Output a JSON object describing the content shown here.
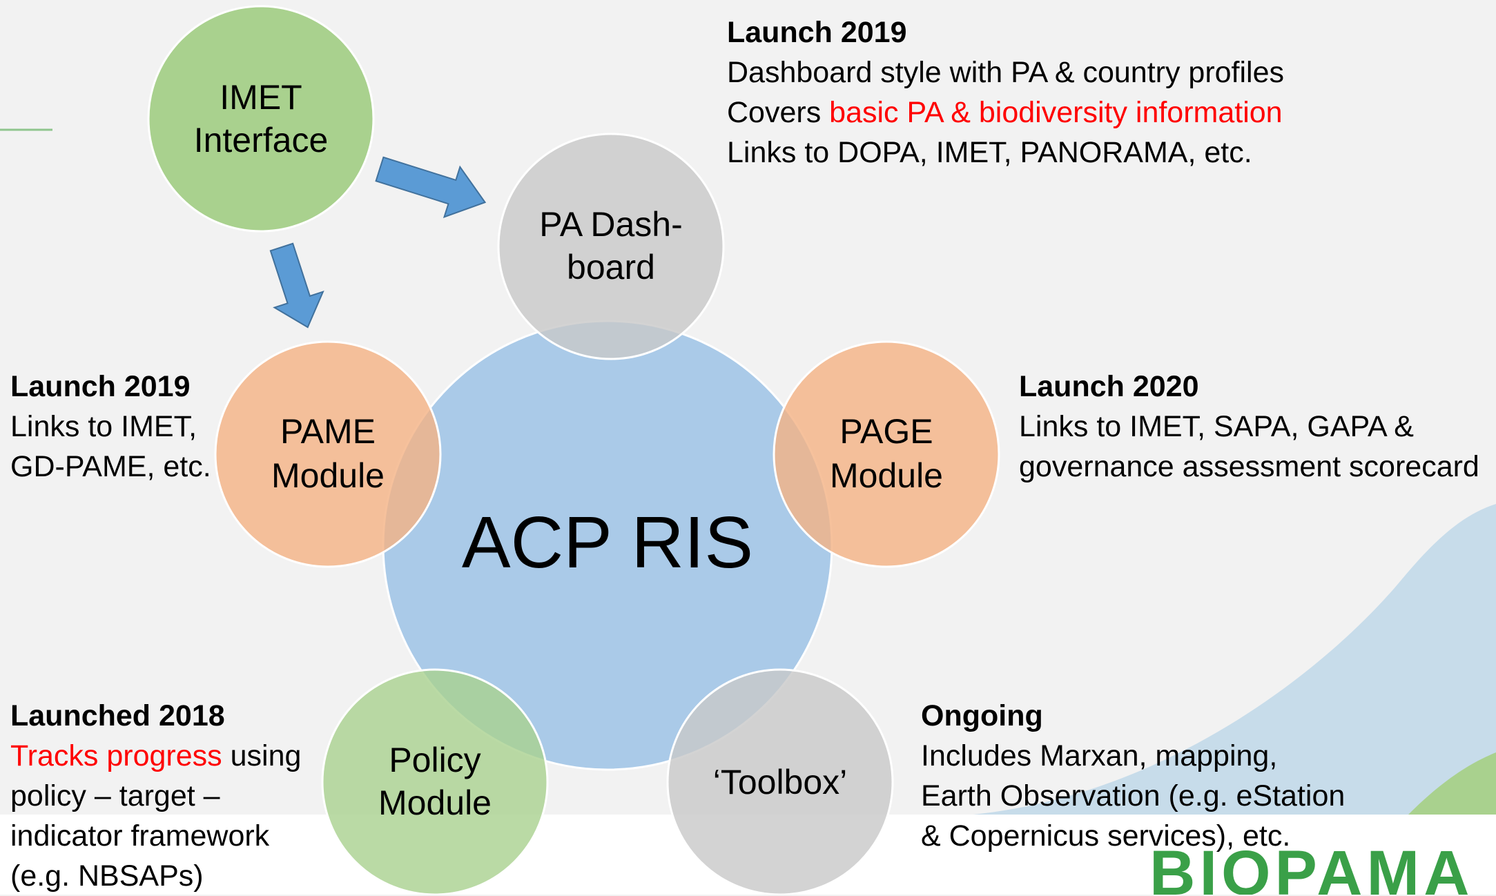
{
  "colors": {
    "background": "#f2f2f2",
    "center_circle": "#9dc3e6",
    "green_circle": "#a9d18e",
    "orange_circle": "#f4b183",
    "gray_circle": "#c8c8c8",
    "arrow": "#5b9bd5",
    "highlight_text": "#ff0000",
    "logo_green": "#3aa048",
    "logo_teal": "#1f8b8b",
    "wave_blue": "#c7dcea"
  },
  "center": {
    "label": "ACP RIS"
  },
  "nodes": {
    "imet": {
      "line1": "IMET",
      "line2": "Interface"
    },
    "dashboard": {
      "line1": "PA Dash-",
      "line2": "board"
    },
    "pame": {
      "line1": "PAME",
      "line2": "Module"
    },
    "page": {
      "line1": "PAGE",
      "line2": "Module"
    },
    "policy": {
      "line1": "Policy",
      "line2": "Module"
    },
    "toolbox": {
      "line1": "‘Toolbox’"
    }
  },
  "notes": {
    "dashboard": {
      "heading": "Launch 2019",
      "line1": "Dashboard style with PA & country profiles",
      "line2_prefix": "Covers ",
      "line2_highlight": "basic PA & biodiversity information",
      "line3": "Links to DOPA, IMET, PANORAMA, etc."
    },
    "pame": {
      "heading": "Launch 2019",
      "line1": "Links to IMET,",
      "line2": "GD-PAME, etc."
    },
    "page": {
      "heading": "Launch 2020",
      "line1": "Links to IMET, SAPA, GAPA &",
      "line2": "governance assessment scorecard"
    },
    "policy": {
      "heading": "Launched 2018",
      "line1_highlight": "Tracks progress",
      "line1_suffix": " using",
      "line2": "policy – target –",
      "line3": "indicator framework",
      "line4": "(e.g. NBSAPs)"
    },
    "toolbox": {
      "heading": "Ongoing",
      "line1": "Includes Marxan, mapping,",
      "line2": "Earth Observation (e.g. eStation",
      "line3": "& Copernicus services), etc."
    }
  },
  "logo": {
    "text": "BIOPAMA"
  }
}
